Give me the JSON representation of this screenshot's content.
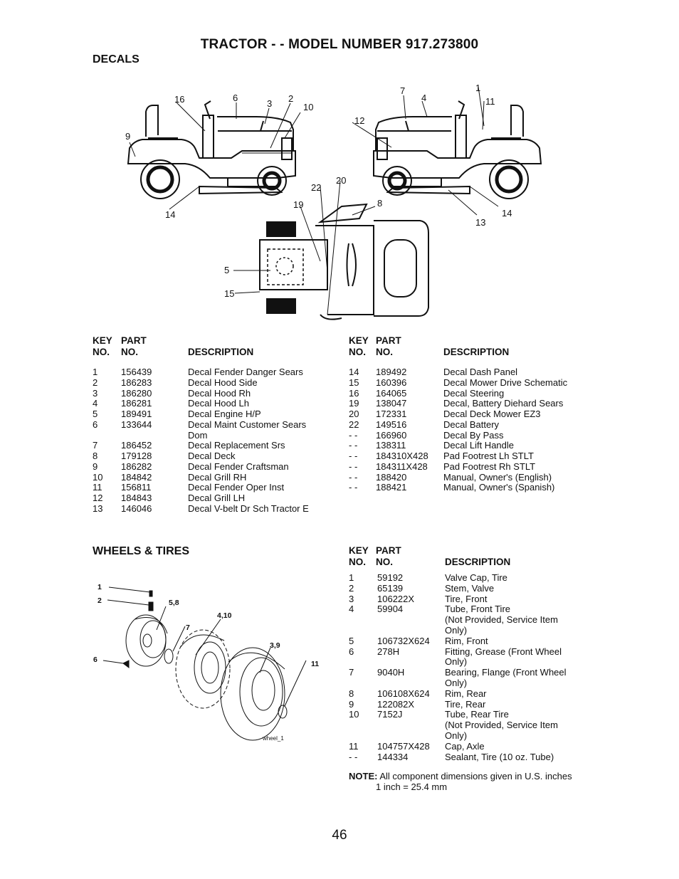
{
  "header": {
    "title": "TRACTOR - - MODEL NUMBER 917.273800"
  },
  "decals": {
    "section_title": "DECALS",
    "col_key_top": "KEY",
    "col_key_bottom": "NO.",
    "col_part_top": "PART",
    "col_part_bottom": "NO.",
    "col_desc": "DESCRIPTION",
    "diagram_callouts": [
      "16",
      "6",
      "3",
      "2",
      "10",
      "9",
      "14",
      "7",
      "4",
      "1",
      "11",
      "12",
      "13",
      "14",
      "22",
      "20",
      "19",
      "8",
      "5",
      "15"
    ],
    "left_rows": [
      {
        "key": "1",
        "part": "156439",
        "desc": "Decal Fender Danger Sears"
      },
      {
        "key": "2",
        "part": "186283",
        "desc": "Decal Hood Side"
      },
      {
        "key": "3",
        "part": "186280",
        "desc": "Decal Hood Rh"
      },
      {
        "key": "4",
        "part": "186281",
        "desc": "Decal Hood Lh"
      },
      {
        "key": "5",
        "part": "189491",
        "desc": "Decal Engine H/P"
      },
      {
        "key": "6",
        "part": "133644",
        "desc": "Decal Maint Customer Sears"
      },
      {
        "key": "",
        "part": "",
        "desc": "Dom"
      },
      {
        "key": "7",
        "part": "186452",
        "desc": "Decal Replacement Srs"
      },
      {
        "key": "8",
        "part": "179128",
        "desc": "Decal Deck"
      },
      {
        "key": "9",
        "part": "186282",
        "desc": "Decal Fender Craftsman"
      },
      {
        "key": "10",
        "part": "184842",
        "desc": "Decal Grill RH"
      },
      {
        "key": "11",
        "part": "156811",
        "desc": "Decal Fender Oper Inst"
      },
      {
        "key": "12",
        "part": "184843",
        "desc": "Decal Grill LH"
      },
      {
        "key": "13",
        "part": "146046",
        "desc": "Decal V-belt Dr Sch Tractor E"
      }
    ],
    "right_rows": [
      {
        "key": "14",
        "part": "189492",
        "desc": "Decal Dash Panel"
      },
      {
        "key": "15",
        "part": "160396",
        "desc": "Decal Mower Drive Schematic"
      },
      {
        "key": "16",
        "part": "164065",
        "desc": "Decal Steering"
      },
      {
        "key": "19",
        "part": "138047",
        "desc": "Decal, Battery Diehard Sears"
      },
      {
        "key": "20",
        "part": "172331",
        "desc": "Decal Deck Mower EZ3"
      },
      {
        "key": "22",
        "part": "149516",
        "desc": "Decal Battery"
      },
      {
        "key": "- -",
        "part": "166960",
        "desc": "Decal By Pass"
      },
      {
        "key": "- -",
        "part": "138311",
        "desc": "Decal Lift Handle"
      },
      {
        "key": "- -",
        "part": "184310X428",
        "desc": "Pad Footrest Lh STLT"
      },
      {
        "key": "- -",
        "part": "184311X428",
        "desc": "Pad Footrest Rh STLT"
      },
      {
        "key": "- -",
        "part": "188420",
        "desc": "Manual, Owner's (English)"
      },
      {
        "key": "- -",
        "part": "188421",
        "desc": "Manual, Owner's (Spanish)"
      }
    ]
  },
  "wheels": {
    "section_title": "WHEELS & TIRES",
    "diagram_label": "wheel_1",
    "diagram_callouts": [
      "1",
      "2",
      "5,8",
      "7",
      "4,10",
      "3,9",
      "11",
      "6"
    ],
    "rows": [
      {
        "key": "1",
        "part": "59192",
        "desc": "Valve Cap, Tire"
      },
      {
        "key": "2",
        "part": "65139",
        "desc": "Stem, Valve"
      },
      {
        "key": "3",
        "part": "106222X",
        "desc": "Tire, Front"
      },
      {
        "key": "4",
        "part": "59904",
        "desc": "Tube, Front Tire"
      },
      {
        "key": "",
        "part": "",
        "desc": "(Not Provided, Service Item"
      },
      {
        "key": "",
        "part": "",
        "desc": "Only)"
      },
      {
        "key": "5",
        "part": "106732X624",
        "desc": "Rim, Front"
      },
      {
        "key": "6",
        "part": "278H",
        "desc": "Fitting, Grease (Front Wheel"
      },
      {
        "key": "",
        "part": "",
        "desc": "Only)"
      },
      {
        "key": "7",
        "part": "9040H",
        "desc": "Bearing, Flange (Front Wheel"
      },
      {
        "key": "",
        "part": "",
        "desc": "Only)"
      },
      {
        "key": "8",
        "part": "106108X624",
        "desc": "Rim, Rear"
      },
      {
        "key": "9",
        "part": "122082X",
        "desc": "Tire, Rear"
      },
      {
        "key": "10",
        "part": "7152J",
        "desc": "Tube, Rear Tire"
      },
      {
        "key": "",
        "part": "",
        "desc": "(Not Provided, Service Item"
      },
      {
        "key": "",
        "part": "",
        "desc": "Only)"
      },
      {
        "key": "11",
        "part": "104757X428",
        "desc": "Cap, Axle"
      },
      {
        "key": "- -",
        "part": "144334",
        "desc": "Sealant, Tire (10 oz. Tube)"
      }
    ],
    "note_label": "NOTE:",
    "note_line1": "All component dimensions given in U.S. inches",
    "note_line2": "1 inch = 25.4 mm"
  },
  "footer": {
    "page_number": "46"
  }
}
